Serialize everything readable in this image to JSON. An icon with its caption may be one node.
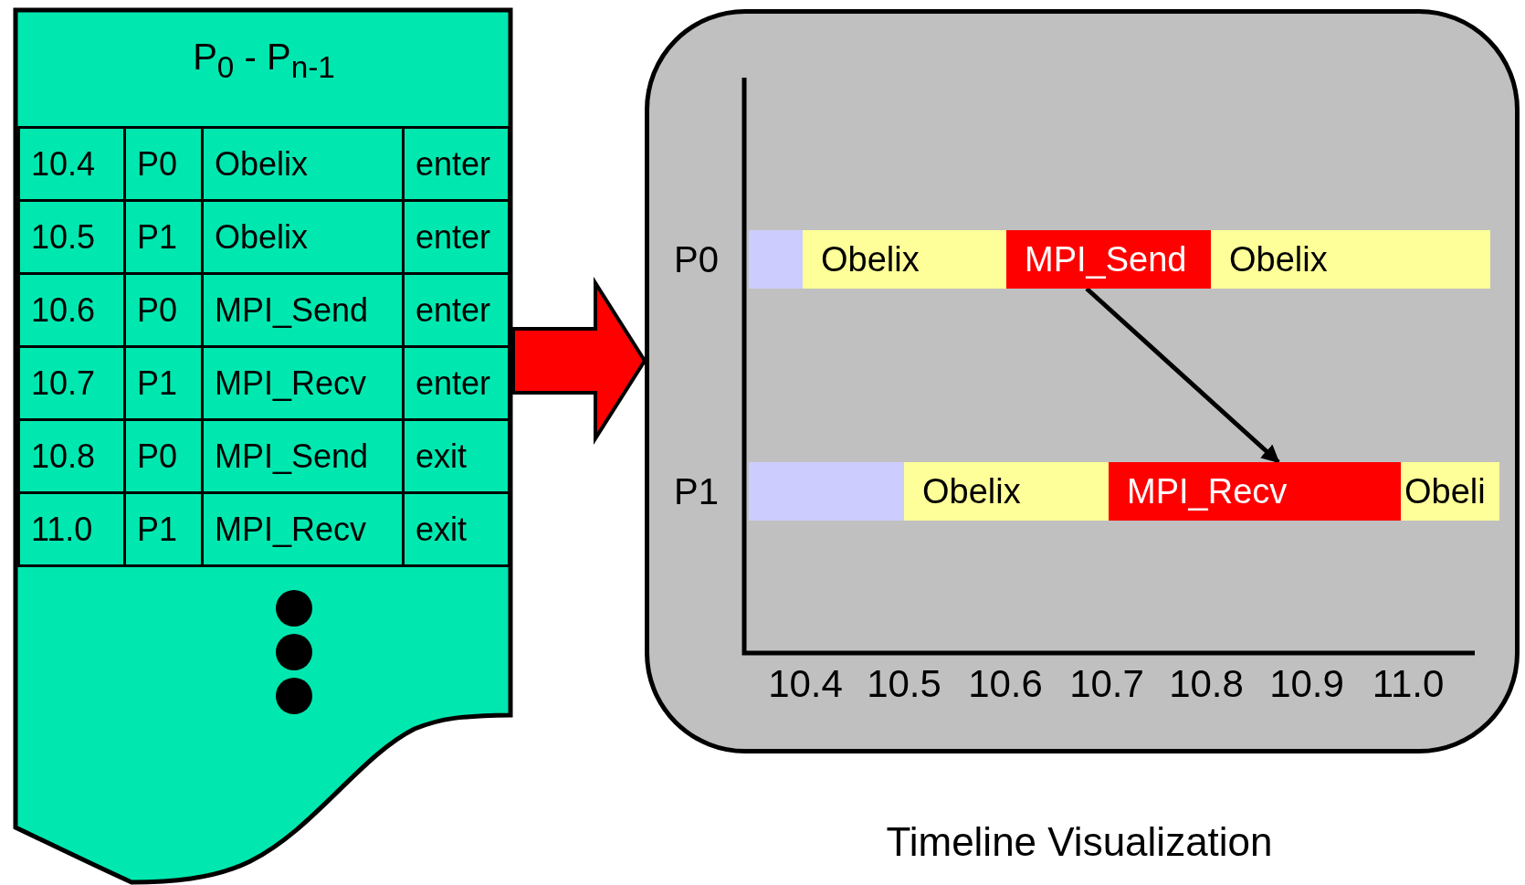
{
  "diagram": {
    "caption": "Timeline Visualization",
    "nodes": [
      {
        "text": [
          "P$_{0}$ - P$_{n-1}$"
        ]
      },
      {
        "text": [],
        "shape": "box"
      },
      {
        "text": [],
        "shape": "bar",
        "in": 1
      },
      {
        "text": [
          "Obelix"
        ],
        "in": 1
      },
      {
        "text": [
          "MPI_Send"
        ],
        "in": 1
      },
      {
        "text": [
          "Obelix"
        ],
        "in": 1
      },
      {
        "text": [],
        "shape": "bar",
        "in": 1
      },
      {
        "text": [
          "Obelix"
        ],
        "in": 1
      },
      {
        "text": [
          "MPI_Recv"
        ],
        "in": 1
      },
      {
        "text": [
          "Obeli"
        ],
        "in": 1
      }
    ],
    "edges": [
      {
        "from": 0,
        "to": 1,
        "arrow": "to",
        "style": "thick",
        "color": "#ff0000"
      },
      {
        "from": 4,
        "to": 8,
        "arrow": "to"
      }
    ],
    "labels": [
      "10.4",
      "P0",
      "Obelix",
      "enter",
      "10.5",
      "P1",
      "Obelix",
      "enter",
      "10.6",
      "P0",
      "MPI_Send",
      "enter",
      "10.7",
      "P1",
      "MPI_Recv",
      "enter",
      "10.8",
      "P0",
      "MPI_Send",
      "exit",
      "11.0",
      "P1",
      "MPI_Recv",
      "exit",
      "P0",
      "P1",
      "10.4",
      "10.5",
      "10.6",
      "10.7",
      "10.8",
      "10.9",
      "11.0"
    ]
  }
}
